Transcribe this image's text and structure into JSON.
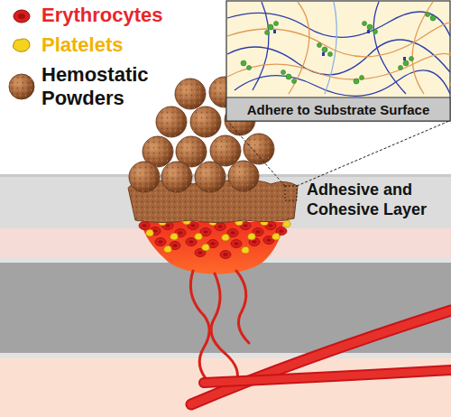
{
  "diagram": {
    "nodes": [
      {
        "text": [
          "Adhere to Substrate Surface"
        ]
      }
    ],
    "labels": [
      "Adhesive and Cohesive Layer"
    ],
    "legend": [
      {
        "text": "Erythrocytes"
      },
      {
        "text": "Platelets"
      },
      {
        "text": "Hemostatic Powders"
      }
    ]
  }
}
